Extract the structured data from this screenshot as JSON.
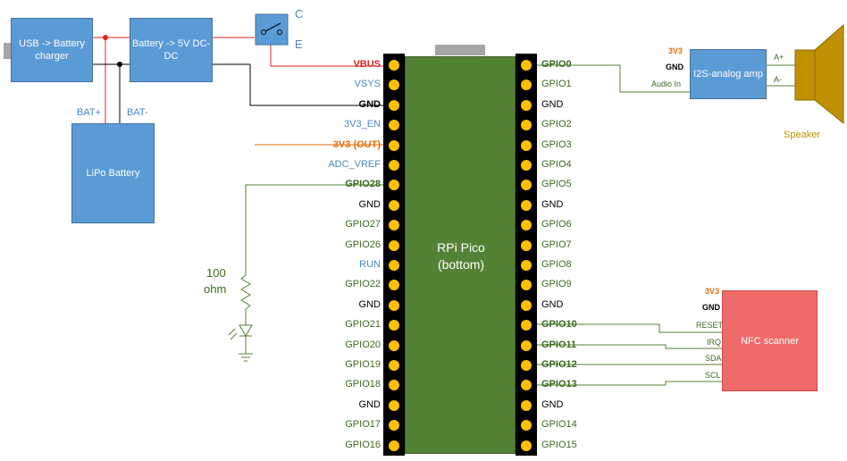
{
  "colors": {
    "board": "#548235",
    "pin": "#ffc000",
    "module": "#5b9bd5",
    "nfc": "#f16a6a",
    "speaker": "#bf9000",
    "wire_power": "#e02020",
    "wire_signal": "#548235",
    "wire_ground": "#000000",
    "wire_3v3": "#e46c0a"
  },
  "modules": {
    "charger": "USB -> Battery charger",
    "dcdc": "Battery -> 5V DC-DC",
    "battery": "LiPo Battery",
    "bat_plus": "BAT+",
    "bat_minus": "BAT-",
    "switch_c": "C",
    "switch_e": "E"
  },
  "pico": {
    "title": "RPi Pico",
    "subtitle": "(bottom)"
  },
  "left_pins": [
    {
      "label": "VBUS",
      "style": "red"
    },
    {
      "label": "VSYS",
      "style": "blue"
    },
    {
      "label": "GND",
      "style": "bold"
    },
    {
      "label": "3V3_EN",
      "style": "blue"
    },
    {
      "label": "3V3 (OUT)",
      "style": "orange"
    },
    {
      "label": "ADC_VREF",
      "style": "blue"
    },
    {
      "label": "GPIO28",
      "style": "greenb"
    },
    {
      "label": "GND",
      "style": "black"
    },
    {
      "label": "GPIO27",
      "style": "green"
    },
    {
      "label": "GPIO26",
      "style": "green"
    },
    {
      "label": "RUN",
      "style": "blue"
    },
    {
      "label": "GPIO22",
      "style": "green"
    },
    {
      "label": "GND",
      "style": "black"
    },
    {
      "label": "GPIO21",
      "style": "green"
    },
    {
      "label": "GPIO20",
      "style": "green"
    },
    {
      "label": "GPIO19",
      "style": "green"
    },
    {
      "label": "GPIO18",
      "style": "green"
    },
    {
      "label": "GND",
      "style": "black"
    },
    {
      "label": "GPIO17",
      "style": "green"
    },
    {
      "label": "GPIO16",
      "style": "green"
    }
  ],
  "right_pins": [
    {
      "label": "GPIO0",
      "style": "greenb"
    },
    {
      "label": "GPIO1",
      "style": "green"
    },
    {
      "label": "GND",
      "style": "black"
    },
    {
      "label": "GPIO2",
      "style": "green"
    },
    {
      "label": "GPIO3",
      "style": "green"
    },
    {
      "label": "GPIO4",
      "style": "green"
    },
    {
      "label": "GPIO5",
      "style": "green"
    },
    {
      "label": "GND",
      "style": "black"
    },
    {
      "label": "GPIO6",
      "style": "green"
    },
    {
      "label": "GPIO7",
      "style": "green"
    },
    {
      "label": "GPIO8",
      "style": "green"
    },
    {
      "label": "GPIO9",
      "style": "green"
    },
    {
      "label": "GND",
      "style": "black"
    },
    {
      "label": "GPIO10",
      "style": "greenb"
    },
    {
      "label": "GPIO11",
      "style": "greenb"
    },
    {
      "label": "GPIO12",
      "style": "greenb"
    },
    {
      "label": "GPIO13",
      "style": "greenb"
    },
    {
      "label": "GND",
      "style": "black"
    },
    {
      "label": "GPIO14",
      "style": "green"
    },
    {
      "label": "GPIO15",
      "style": "green"
    }
  ],
  "amp": {
    "title": "I2S-analog amp",
    "v3": "3V3",
    "gnd": "GND",
    "audio_in": "Audio In",
    "a_plus": "A+",
    "a_minus": "A-"
  },
  "speaker": "Speaker",
  "nfc": {
    "title": "NFC scanner",
    "v3": "3V3",
    "gnd": "GND",
    "reset": "RESET",
    "irq": "IRQ",
    "sda": "SDA",
    "scl": "SCL"
  },
  "led": {
    "value": "100",
    "unit": "ohm"
  }
}
